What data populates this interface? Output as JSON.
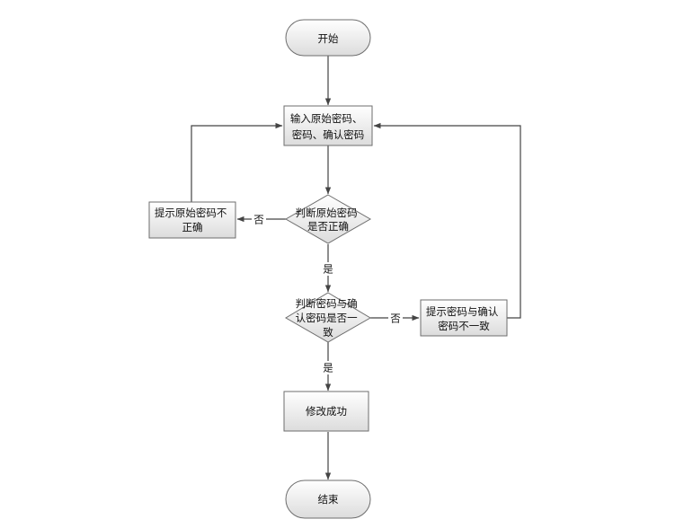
{
  "flowchart": {
    "nodes": {
      "start": {
        "lines": [
          "开始"
        ]
      },
      "input": {
        "lines": [
          "输入原始密码、",
          "密码、确认密码"
        ]
      },
      "check_original": {
        "lines": [
          "判断原始密码",
          "是否正确"
        ]
      },
      "hint_original": {
        "lines": [
          "提示原始密码不",
          "正确"
        ]
      },
      "check_match": {
        "lines": [
          "判断密码与确",
          "认密码是否一",
          "致"
        ]
      },
      "hint_mismatch": {
        "lines": [
          "提示密码与确认",
          "密码不一致"
        ]
      },
      "success": {
        "lines": [
          "修改成功"
        ]
      },
      "end": {
        "lines": [
          "结束"
        ]
      }
    },
    "edge_labels": {
      "original_no": "否",
      "original_yes": "是",
      "match_no": "否",
      "match_yes": "是"
    }
  },
  "colors": {
    "fill_top": "#ffffff",
    "fill_bottom": "#dcdcdc",
    "stroke": "#6e6e6e",
    "edge": "#444444",
    "text": "#111111"
  }
}
